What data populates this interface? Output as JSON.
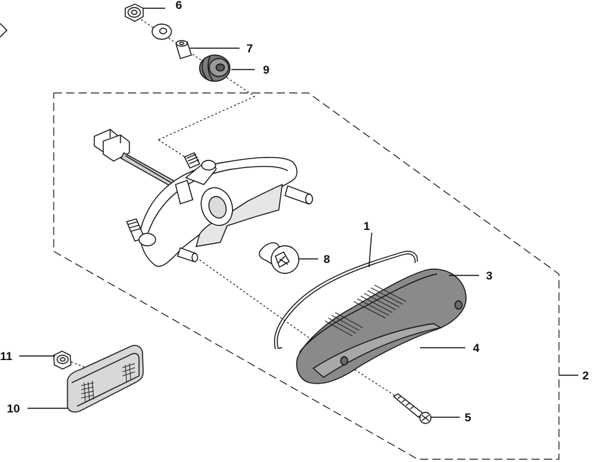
{
  "callouts": {
    "c1": "1",
    "c2": "2",
    "c3": "3",
    "c4": "4",
    "c5": "5",
    "c6": "6",
    "c7": "7",
    "c8": "8",
    "c9": "9",
    "c10": "10",
    "c11": "11"
  },
  "colors": {
    "ink": "#111111",
    "lens_fill": "#8a8a8a",
    "grommet_fill": "#7a7a7a",
    "reflector_fill": "#d8d8d8"
  }
}
